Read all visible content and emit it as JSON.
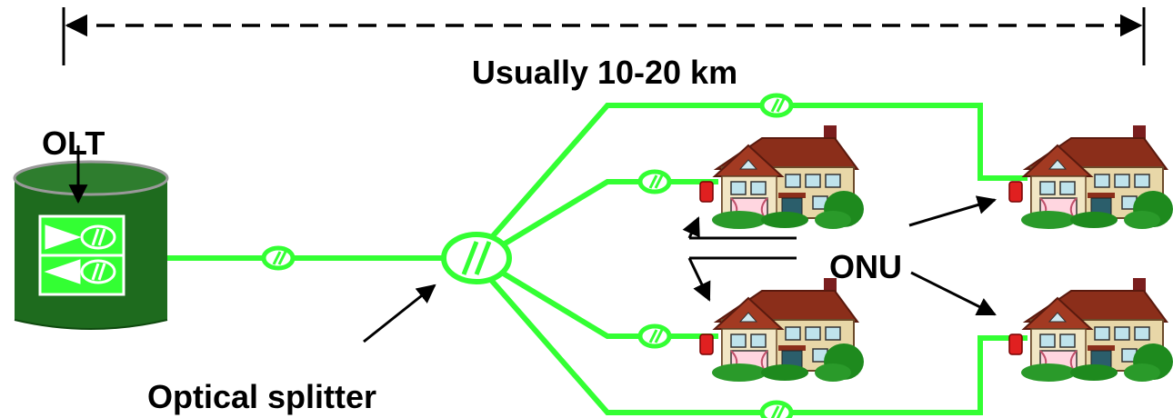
{
  "labels": {
    "distance": "Usually 10-20 km",
    "olt": "OLT",
    "onu": "ONU",
    "splitter": "Optical splitter"
  },
  "icons": {
    "connector": "fiber-connector-icon",
    "house": "house-icon",
    "splitter": "optical-splitter-icon",
    "olt": "olt-equipment-icon"
  },
  "colors": {
    "fiber": "#33ff33",
    "olt_body": "#1e6b1e",
    "olt_body_dark": "#0f4a0f",
    "roof": "#8b2e1a",
    "wall": "#e8d7a8",
    "mailbox": "#e02020",
    "bush": "#1e8a1e"
  }
}
